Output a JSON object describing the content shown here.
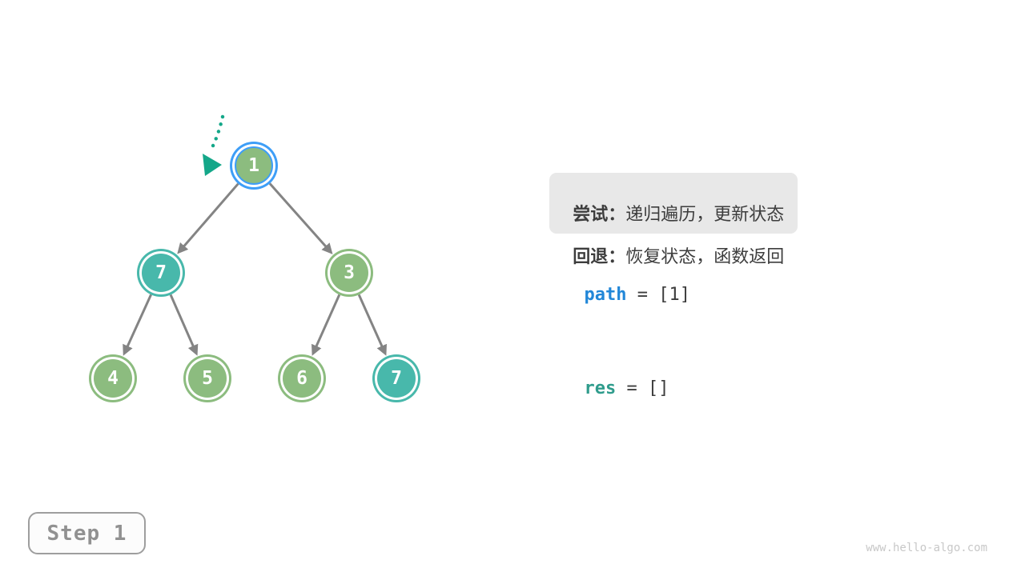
{
  "colors": {
    "nodeGreen": "#8cbc7f",
    "nodeTeal": "#48b8ab",
    "ringBlue": "#3e9ef7",
    "edgeGray": "#848484",
    "arrowTeal": "#14a789",
    "textDark": "#3d3d3d",
    "tryBoxBg": "#e8e8e8",
    "pathBlue": "#2287d8",
    "resTeal": "#2f9c8c",
    "stepGray": "#919191",
    "watermarkGray": "#c8c8c8"
  },
  "tree": {
    "nodes": [
      {
        "value": "1",
        "state": "current-green-blue-ring"
      },
      {
        "value": "7",
        "state": "teal"
      },
      {
        "value": "3",
        "state": "green"
      },
      {
        "value": "4",
        "state": "green"
      },
      {
        "value": "5",
        "state": "green"
      },
      {
        "value": "6",
        "state": "green"
      },
      {
        "value": "7",
        "state": "teal"
      }
    ],
    "edges": [
      [
        0,
        1
      ],
      [
        0,
        2
      ],
      [
        1,
        3
      ],
      [
        1,
        4
      ],
      [
        2,
        5
      ],
      [
        2,
        6
      ]
    ],
    "pointer": {
      "points_to_node_value": "1",
      "style": "dotted-teal-arrow"
    }
  },
  "panel": {
    "try_label": "尝试：",
    "try_text": "递归遍历，更新状态",
    "backtrack_label": "回退：",
    "backtrack_text": "恢复状态，函数返回",
    "path_var": "path",
    "path_value": " = [1]",
    "res_var": "res",
    "res_value": " = []"
  },
  "step_badge": "Step 1",
  "watermark": "www.hello-algo.com"
}
